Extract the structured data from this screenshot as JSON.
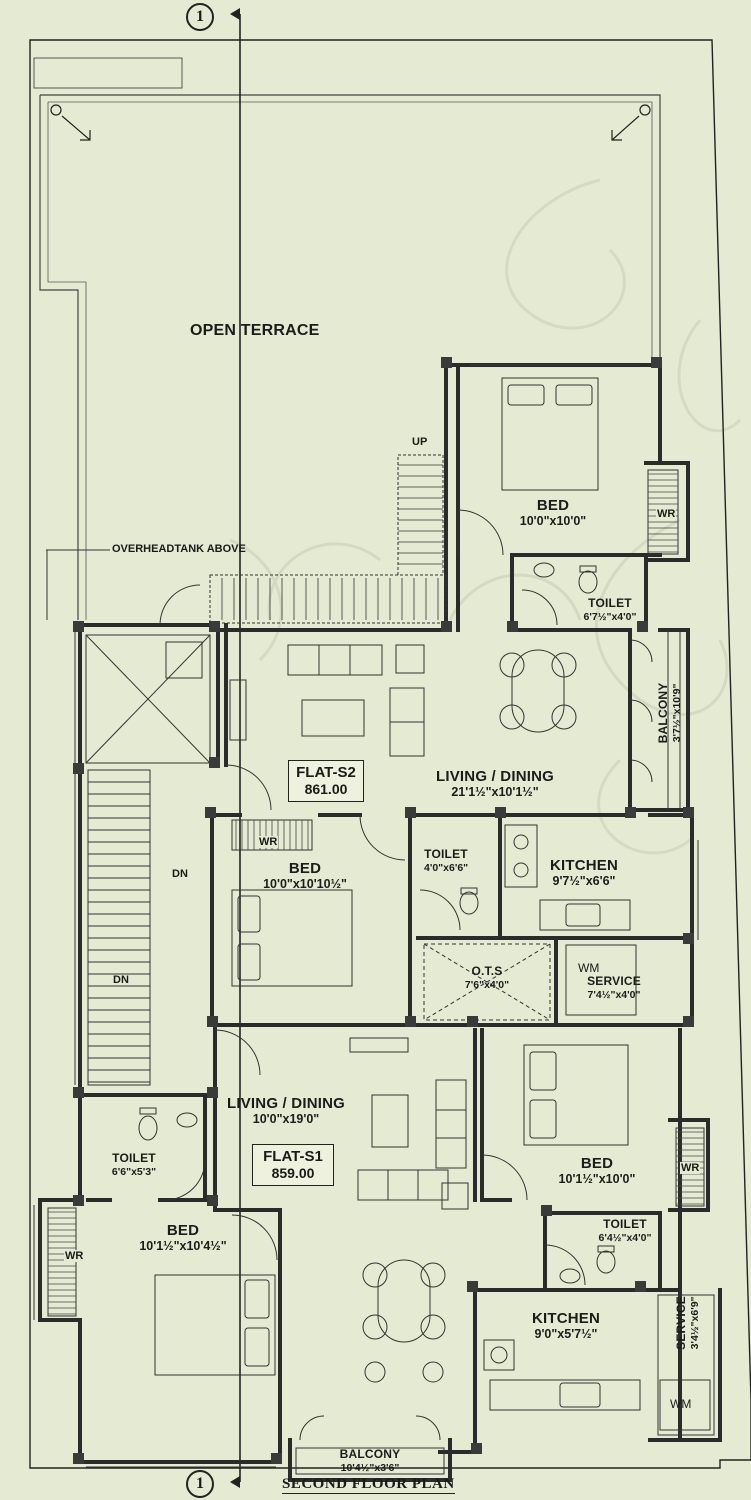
{
  "plan": {
    "caption": "SECOND FLOOR PLAN",
    "grid_marker": "1",
    "colors": {
      "background": "#e5ead3",
      "line": "#222222",
      "wall": "#2b2b2b"
    },
    "open_terrace": "OPEN TERRACE",
    "overhead_tank": "OVERHEADTANK ABOVE",
    "stairs": {
      "up": "UP",
      "dn1": "DN",
      "dn2": "DN"
    },
    "wr_labels": [
      "WR",
      "WR",
      "WR",
      "WR"
    ],
    "wm_labels": [
      "WM",
      "WM"
    ],
    "flats": [
      {
        "name": "FLAT-S2",
        "area": "861.00"
      },
      {
        "name": "FLAT-S1",
        "area": "859.00"
      }
    ],
    "rooms": {
      "bed_top": {
        "name": "BED",
        "dim": "10'0\"x10'0\""
      },
      "toilet_top": {
        "name": "TOILET",
        "dim": "6'7½\"x4'0\""
      },
      "balcony_right": {
        "name": "BALCONY",
        "dim": "3'7½\"x10'9\""
      },
      "living_s2": {
        "name": "LIVING / DINING",
        "dim": "21'1½\"x10'1½\""
      },
      "bed_s2": {
        "name": "BED",
        "dim": "10'0\"x10'10½\""
      },
      "toilet_s2": {
        "name": "TOILET",
        "dim": "4'0\"x6'6\""
      },
      "kitchen_s2": {
        "name": "KITCHEN",
        "dim": "9'7½\"x6'6\""
      },
      "ots": {
        "name": "O.T.S",
        "dim": "7'6\"x4'0\""
      },
      "service_s2": {
        "name": "SERVICE",
        "dim": "7'4½\"x4'0\""
      },
      "living_s1": {
        "name": "LIVING / DINING",
        "dim": "10'0\"x19'0\""
      },
      "bed_s1_right": {
        "name": "BED",
        "dim": "10'1½\"x10'0\""
      },
      "toilet_s1_left": {
        "name": "TOILET",
        "dim": "6'6\"x5'3\""
      },
      "bed_s1_left": {
        "name": "BED",
        "dim": "10'1½\"x10'4½\""
      },
      "toilet_s1_right": {
        "name": "TOILET",
        "dim": "6'4½\"x4'0\""
      },
      "kitchen_s1": {
        "name": "KITCHEN",
        "dim": "9'0\"x5'7½\""
      },
      "service_s1": {
        "name": "SERVICE",
        "dim": "3'4½\"x6'9\""
      },
      "balcony_bottom": {
        "name": "BALCONY",
        "dim": "10'4½\"x3'6\""
      }
    }
  }
}
